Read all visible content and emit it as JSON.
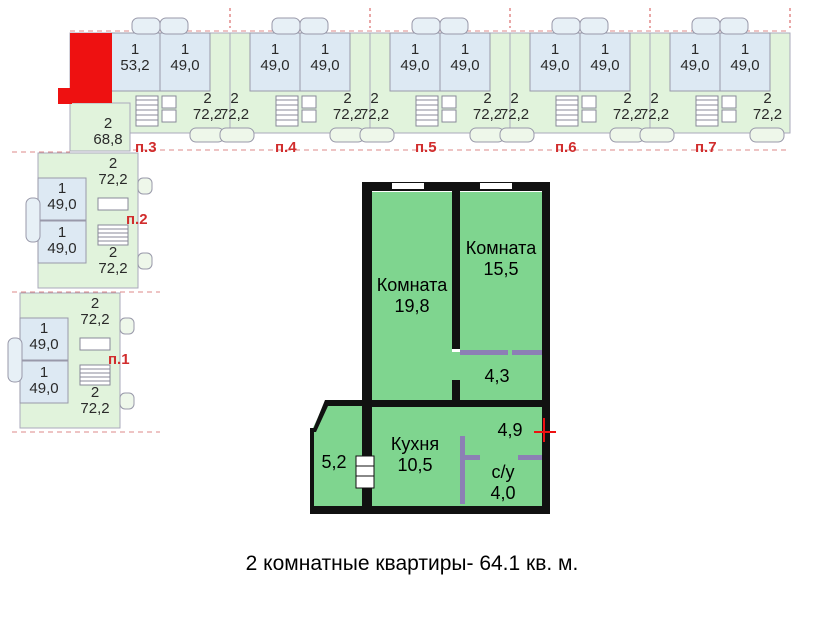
{
  "building": {
    "sections_top": [
      {
        "label": "п.3",
        "units": [
          {
            "rooms": "1",
            "area": "53,2"
          },
          {
            "rooms": "1",
            "area": "49,0"
          },
          {
            "rooms": "2",
            "area": "72,2"
          },
          {
            "rooms": "2",
            "area": "68,8"
          }
        ]
      },
      {
        "label": "п.4",
        "units": [
          {
            "rooms": "1",
            "area": "49,0"
          },
          {
            "rooms": "1",
            "area": "49,0"
          },
          {
            "rooms": "2",
            "area": "72,2"
          },
          {
            "rooms": "2",
            "area": "72,2"
          }
        ]
      },
      {
        "label": "п.5",
        "units": [
          {
            "rooms": "1",
            "area": "49,0"
          },
          {
            "rooms": "1",
            "area": "49,0"
          },
          {
            "rooms": "2",
            "area": "72,2"
          },
          {
            "rooms": "2",
            "area": "72,2"
          }
        ]
      },
      {
        "label": "п.6",
        "units": [
          {
            "rooms": "1",
            "area": "49,0"
          },
          {
            "rooms": "1",
            "area": "49,0"
          },
          {
            "rooms": "2",
            "area": "72,2"
          },
          {
            "rooms": "2",
            "area": "72,2"
          }
        ]
      },
      {
        "label": "п.7",
        "units": [
          {
            "rooms": "1",
            "area": "49,0"
          },
          {
            "rooms": "1",
            "area": "49,0"
          },
          {
            "rooms": "2",
            "area": "72,2"
          },
          {
            "rooms": "2",
            "area": "72,2"
          }
        ]
      }
    ],
    "sections_left": [
      {
        "label": "п.2",
        "units": [
          {
            "rooms": "2",
            "area": "72,2"
          },
          {
            "rooms": "1",
            "area": "49,0"
          },
          {
            "rooms": "1",
            "area": "49,0"
          },
          {
            "rooms": "2",
            "area": "72,2"
          }
        ]
      },
      {
        "label": "п.1",
        "units": [
          {
            "rooms": "2",
            "area": "72,2"
          },
          {
            "rooms": "1",
            "area": "49,0"
          },
          {
            "rooms": "1",
            "area": "49,0"
          },
          {
            "rooms": "2",
            "area": "72,2"
          }
        ]
      }
    ]
  },
  "plan": {
    "rooms": [
      {
        "id": "room-large",
        "name": "Комната",
        "area": "19,8"
      },
      {
        "id": "room-small",
        "name": "Комната",
        "area": "15,5"
      },
      {
        "id": "hall",
        "name": "",
        "area": "4,3"
      },
      {
        "id": "corridor",
        "name": "",
        "area": "4,9"
      },
      {
        "id": "kitchen",
        "name": "Кухня",
        "area": "10,5"
      },
      {
        "id": "loggia",
        "name": "",
        "area": "5,2"
      },
      {
        "id": "bathroom",
        "name": "с/у",
        "area": "4,0"
      }
    ]
  },
  "caption": "2 комнатные квартиры- 64.1 кв. м.",
  "colors": {
    "unit_fill_2room": "#e1f3dc",
    "unit_fill_1room": "#dde9f3",
    "plan_fill": "#7fd58f",
    "wall": "#111111",
    "partition": "#8c7fb5",
    "highlight": "#ee1111",
    "section_label": "#d12d2d"
  }
}
